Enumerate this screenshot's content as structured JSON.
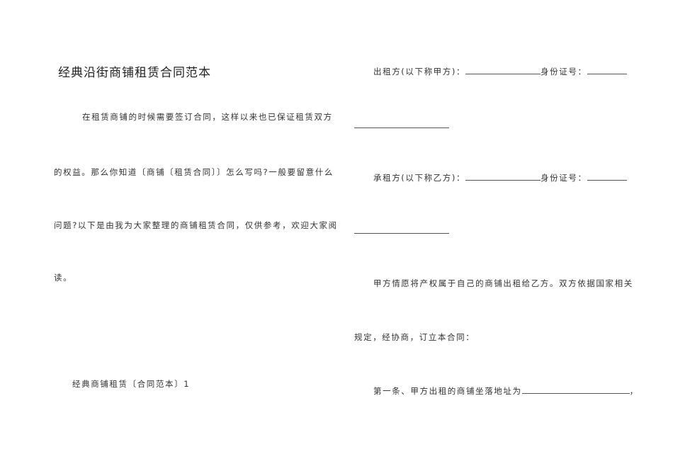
{
  "left": {
    "title": "经典沿街商铺租赁合同范本",
    "intro_lines": [
      "在租赁商铺的时候需要签订合同，这样以来也已保证租赁双方",
      "的权益。那么你知道〔商铺〔租赁合同〕〕怎么写吗?一般要留意什么",
      "问题?以下是由我为大家整理的商铺租赁合同，仅供参考，欢迎大家阅",
      "读。"
    ],
    "section_heading": "经典商铺租赁〔合同范本〕1"
  },
  "right": {
    "lessor_label": "出租方(以下称甲方)：",
    "lessor_id_label": "身份证号：",
    "lessee_label": "承租方(以下称乙方)：",
    "lessee_id_label": "身份证号：",
    "para_line1": "甲方情愿将产权属于自己的商铺出租给乙方。双方依据国家相关",
    "para_line2": "规定，经协商，订立本合同：",
    "article1_text": "第一条、甲方出租的商铺坐落地址为",
    "article1_end": "，"
  }
}
